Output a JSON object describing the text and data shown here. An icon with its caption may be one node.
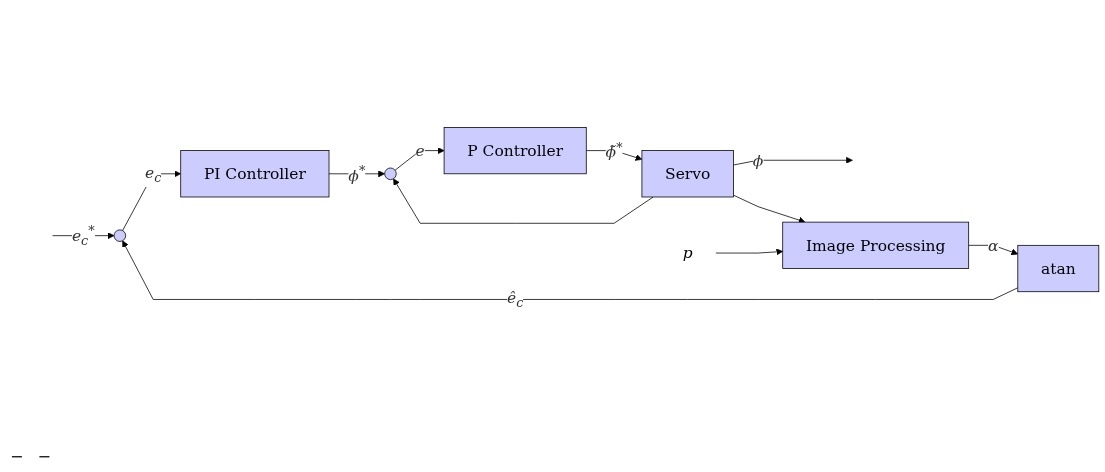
{
  "diagram": {
    "nodes": [
      {
        "text": [],
        "shape": "circle"
      },
      {
        "text": [
          "PI Controller"
        ]
      },
      {
        "text": [],
        "shape": "circle"
      },
      {
        "text": [
          "P Controller"
        ]
      },
      {
        "text": [
          "Servo"
        ]
      },
      {
        "text": [
          "atan"
        ]
      },
      {
        "text": [
          "Image Processing"
        ]
      },
      {
        "text": [
          "p"
        ]
      }
    ],
    "edges": [
      {
        "from": null,
        "to": 0,
        "arrow": "to",
        "label": "e$_{c}$$^{*}$"
      },
      {
        "from": 0,
        "to": 1,
        "arrow": "to",
        "label": "e$_{c}$"
      },
      {
        "from": 1,
        "to": 2,
        "arrow": "to",
        "label": "ϕ$^{*}$"
      },
      {
        "from": 2,
        "to": 3,
        "arrow": "to",
        "label": "e"
      },
      {
        "from": 3,
        "to": 4,
        "arrow": "to",
        "label": "ϕ̃$^{*}$"
      },
      {
        "from": 4,
        "to": null,
        "arrow": "to",
        "label": "ϕ"
      },
      {
        "from": 4,
        "to": 2,
        "arrow": "to"
      },
      {
        "from": 4,
        "to": 6,
        "arrow": "to"
      },
      {
        "from": 6,
        "to": 5,
        "arrow": "to",
        "label": "α"
      },
      {
        "from": 5,
        "to": 0,
        "arrow": "to",
        "label": "ê$_{c}$"
      },
      {
        "from": 7,
        "to": 6,
        "arrow": "to"
      }
    ],
    "labels": [
      "−",
      "−"
    ]
  }
}
